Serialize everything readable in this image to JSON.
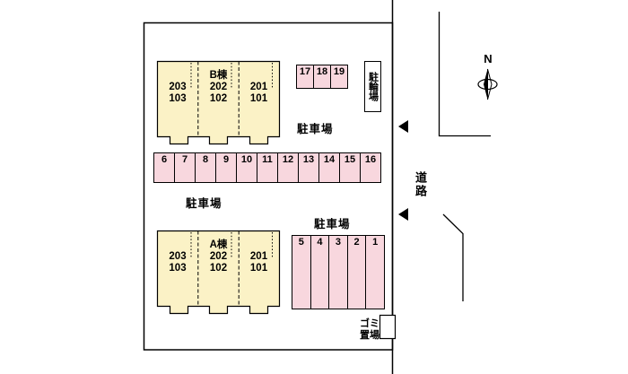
{
  "colors": {
    "building_fill": "#fbf2c6",
    "parking_fill": "#f8d7de",
    "line": "#000000",
    "background": "#ffffff"
  },
  "compass": {
    "north_label": "N"
  },
  "road_label": "道路",
  "garbage_area": {
    "line1": "ゴミ",
    "line2": "置場"
  },
  "bike_parking": {
    "label": "駐輪場",
    "spaces": [
      "17",
      "18",
      "19"
    ]
  },
  "parking": {
    "upper_label": "駐車場",
    "middle_label": "駐車場",
    "lower_label": "駐車場",
    "middle_spaces": [
      "6",
      "7",
      "8",
      "9",
      "10",
      "11",
      "12",
      "13",
      "14",
      "15",
      "16"
    ],
    "south_spaces": [
      "5",
      "4",
      "3",
      "2",
      "1"
    ]
  },
  "buildings": {
    "b": {
      "units": [
        [
          "203",
          "103"
        ],
        [
          "B棟",
          "202",
          "102"
        ],
        [
          "201",
          "101"
        ]
      ]
    },
    "a": {
      "units": [
        [
          "203",
          "103"
        ],
        [
          "A棟",
          "202",
          "102"
        ],
        [
          "201",
          "101"
        ]
      ]
    }
  }
}
